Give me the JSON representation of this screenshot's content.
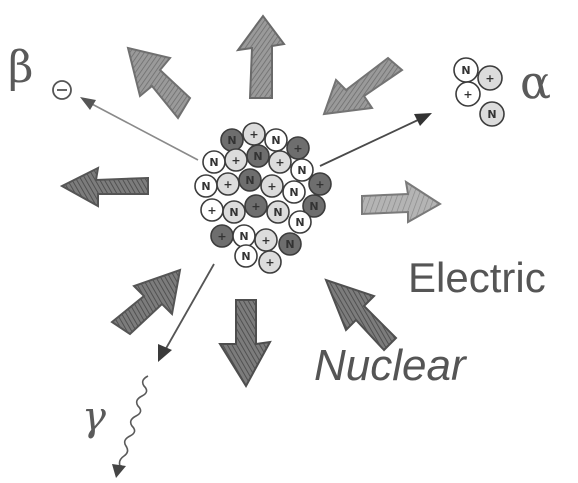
{
  "labels": {
    "beta": "β",
    "alpha": "α",
    "gamma": "γ",
    "electric": "Electric",
    "nuclear": "Nuclear",
    "electron": "⊖"
  },
  "nucleus": {
    "particles": [
      "N",
      "+",
      "N",
      "+",
      "N",
      "+",
      "N",
      "+",
      "N",
      "+",
      "N",
      "+",
      "N",
      "+",
      "N",
      "N",
      "+",
      "N",
      "+",
      "N"
    ]
  },
  "alpha_particle": {
    "particles": [
      "N",
      "+",
      "+",
      "N"
    ]
  },
  "colors": {
    "pencil_dark": "#4a4a4a",
    "pencil_mid": "#7a7a7a",
    "pencil_light": "#a8a8a8"
  }
}
